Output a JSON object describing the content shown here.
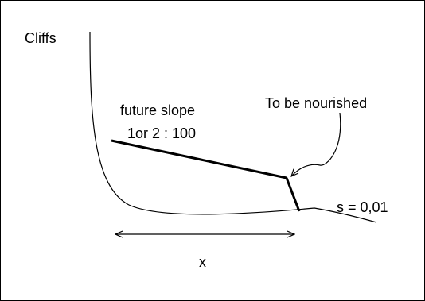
{
  "diagram": {
    "labels": {
      "cliffs": "Cliffs",
      "future_slope": "future slope",
      "slope_ratio": "1or 2 : 100",
      "to_be_nourished": "To be nourished",
      "seabed_slope": "s = 0,01",
      "width": "x"
    },
    "colors": {
      "stroke": "#000000",
      "background": "#ffffff"
    }
  }
}
